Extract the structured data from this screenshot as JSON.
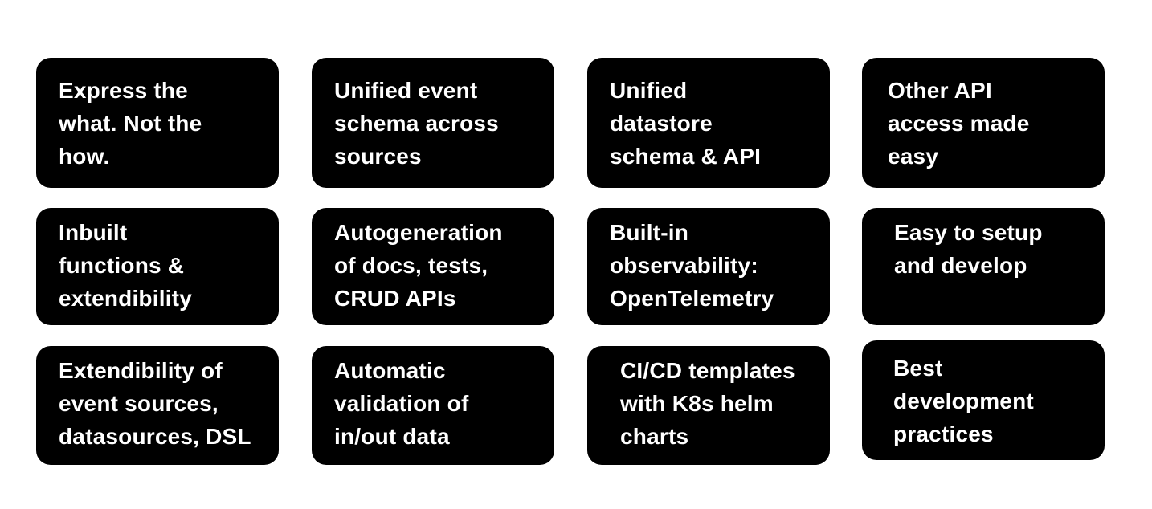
{
  "colors": {
    "page_bg": "#ffffff",
    "card_bg": "#000000",
    "card_text": "#ffffff"
  },
  "cards": [
    {
      "text": "Express the\nwhat. Not the\nhow."
    },
    {
      "text": "Unified event\nschema across\nsources"
    },
    {
      "text": "Unified\ndatastore\nschema & API"
    },
    {
      "text": "Other API\naccess made\neasy"
    },
    {
      "text": "Inbuilt\nfunctions &\nextendibility"
    },
    {
      "text": "Autogeneration\nof docs, tests,\nCRUD APIs"
    },
    {
      "text": "Built-in\nobservability:\nOpenTelemetry"
    },
    {
      "text": "Easy to setup\nand develop"
    },
    {
      "text": "Extendibility of\nevent sources,\ndatasources, DSL"
    },
    {
      "text": "Automatic\nvalidation of\nin/out data"
    },
    {
      "text": "CI/CD templates\nwith K8s helm\ncharts"
    },
    {
      "text": "Best\ndevelopment\npractices"
    }
  ]
}
